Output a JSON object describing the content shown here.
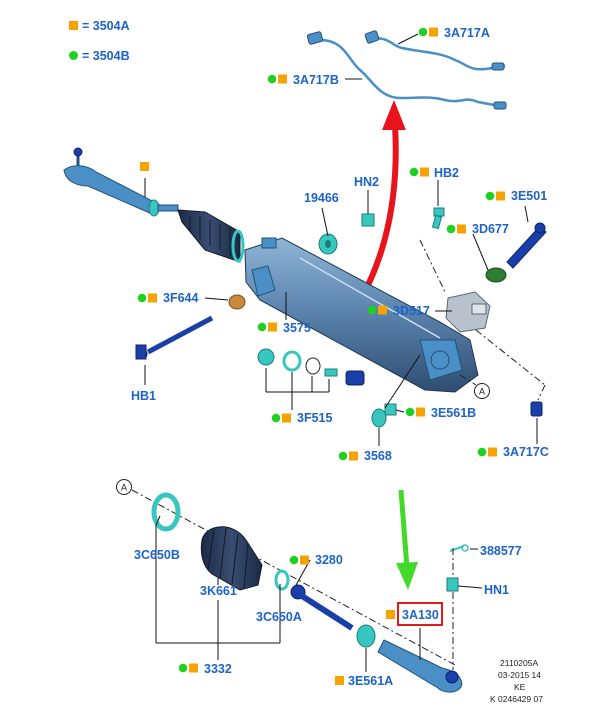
{
  "colors": {
    "label": "#1e63c8",
    "legend_square": "#f5a300",
    "legend_dot": "#1fd11f",
    "arrow_red": "#e8141b",
    "arrow_green": "#43d92a",
    "highlight_box": "#e01b1b"
  },
  "legend": [
    {
      "marker": "square",
      "text": "= 3504A"
    },
    {
      "marker": "dot",
      "text": "= 3504B"
    }
  ],
  "callouts": {
    "upper": "A",
    "lower": "A"
  },
  "labels": {
    "l_3A717A": "3A717A",
    "l_3A717B": "3A717B",
    "l_HB2": "HB2",
    "l_3E501": "3E501",
    "l_19466": "19466",
    "l_HN2": "HN2",
    "l_3D677": "3D677",
    "l_3F644": "3F644",
    "l_3575": "3575",
    "l_3D517": "3D517",
    "l_HB1": "HB1",
    "l_3F515": "3F515",
    "l_3E561B": "3E561B",
    "l_3568": "3568",
    "l_3A717C": "3A717C",
    "l_3C650B": "3C650B",
    "l_3K661": "3K661",
    "l_3280": "3280",
    "l_388577": "388577",
    "l_HN1": "HN1",
    "l_3C650A": "3C650A",
    "l_3A130": "3A130",
    "l_3332": "3332",
    "l_3E561A": "3E561A"
  },
  "footer": {
    "line1": "2110205A",
    "line2": "03-2015 14",
    "line3": "KE",
    "line4": "K 0246429 07"
  }
}
